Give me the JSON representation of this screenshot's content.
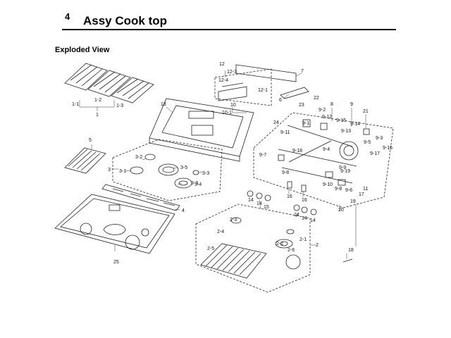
{
  "header": {
    "number": "4",
    "title": "Assy Cook top"
  },
  "section": {
    "title": "Exploded View"
  },
  "parts": [
    {
      "id": "p1",
      "text": "1"
    },
    {
      "id": "p1-1",
      "text": "1-1"
    },
    {
      "id": "p1-2",
      "text": "1-2"
    },
    {
      "id": "p1-3",
      "text": "1-3"
    },
    {
      "id": "p2",
      "text": "2"
    },
    {
      "id": "p2-1",
      "text": "2-1"
    },
    {
      "id": "p2-2",
      "text": "2-2"
    },
    {
      "id": "p2-3",
      "text": "2-3"
    },
    {
      "id": "p2-4",
      "text": "2-4"
    },
    {
      "id": "p2-5",
      "text": "2-5"
    },
    {
      "id": "p2-6",
      "text": "2-6"
    },
    {
      "id": "p3",
      "text": "3"
    },
    {
      "id": "p3-1",
      "text": "3-1"
    },
    {
      "id": "p3-2",
      "text": "3-2"
    },
    {
      "id": "p3-3a",
      "text": "3-3"
    },
    {
      "id": "p3-3b",
      "text": "3-3"
    },
    {
      "id": "p3-4",
      "text": "3-4"
    },
    {
      "id": "p3-5",
      "text": "3-5"
    },
    {
      "id": "p4",
      "text": "4"
    },
    {
      "id": "p5",
      "text": "5"
    },
    {
      "id": "p6",
      "text": "6"
    },
    {
      "id": "p7",
      "text": "7"
    },
    {
      "id": "p8",
      "text": "8"
    },
    {
      "id": "p9",
      "text": "9"
    },
    {
      "id": "p9-1",
      "text": "9-1"
    },
    {
      "id": "p9-2",
      "text": "9-2"
    },
    {
      "id": "p9-3",
      "text": "9-3"
    },
    {
      "id": "p9-4",
      "text": "9-4"
    },
    {
      "id": "p9-5",
      "text": "9-5"
    },
    {
      "id": "p9-6",
      "text": "9-6"
    },
    {
      "id": "p9-7",
      "text": "9-7"
    },
    {
      "id": "p9-8a",
      "text": "9-8"
    },
    {
      "id": "p9-8b",
      "text": "9-8"
    },
    {
      "id": "p9-9",
      "text": "9-9"
    },
    {
      "id": "p9-10",
      "text": "9-10"
    },
    {
      "id": "p9-11",
      "text": "9-11"
    },
    {
      "id": "p9-12",
      "text": "9-12"
    },
    {
      "id": "p9-13",
      "text": "9-13"
    },
    {
      "id": "p9-14",
      "text": "9-14"
    },
    {
      "id": "p9-15",
      "text": "9-15"
    },
    {
      "id": "p9-16",
      "text": "9-16"
    },
    {
      "id": "p9-17",
      "text": "9-17"
    },
    {
      "id": "p9-18",
      "text": "9-18"
    },
    {
      "id": "p9-19",
      "text": "9-19"
    },
    {
      "id": "p10",
      "text": "10"
    },
    {
      "id": "p10-1",
      "text": "10-1"
    },
    {
      "id": "p11",
      "text": "11"
    },
    {
      "id": "p12",
      "text": "12"
    },
    {
      "id": "p12-1",
      "text": "12-1"
    },
    {
      "id": "p12-3",
      "text": "12-3"
    },
    {
      "id": "p12-4",
      "text": "12-4"
    },
    {
      "id": "p13",
      "text": "13"
    },
    {
      "id": "p14a",
      "text": "14"
    },
    {
      "id": "p14b",
      "text": "14"
    },
    {
      "id": "p14c",
      "text": "14"
    },
    {
      "id": "p14d",
      "text": "14"
    },
    {
      "id": "p14e",
      "text": "14"
    },
    {
      "id": "p15",
      "text": "15"
    },
    {
      "id": "p16a",
      "text": "16"
    },
    {
      "id": "p16b",
      "text": "16"
    },
    {
      "id": "p17",
      "text": "17"
    },
    {
      "id": "p18",
      "text": "18"
    },
    {
      "id": "p19",
      "text": "19"
    },
    {
      "id": "p20",
      "text": "20"
    },
    {
      "id": "p21",
      "text": "21"
    },
    {
      "id": "p22",
      "text": "22"
    },
    {
      "id": "p23",
      "text": "23"
    },
    {
      "id": "p24",
      "text": "24"
    },
    {
      "id": "p25",
      "text": "25"
    }
  ]
}
